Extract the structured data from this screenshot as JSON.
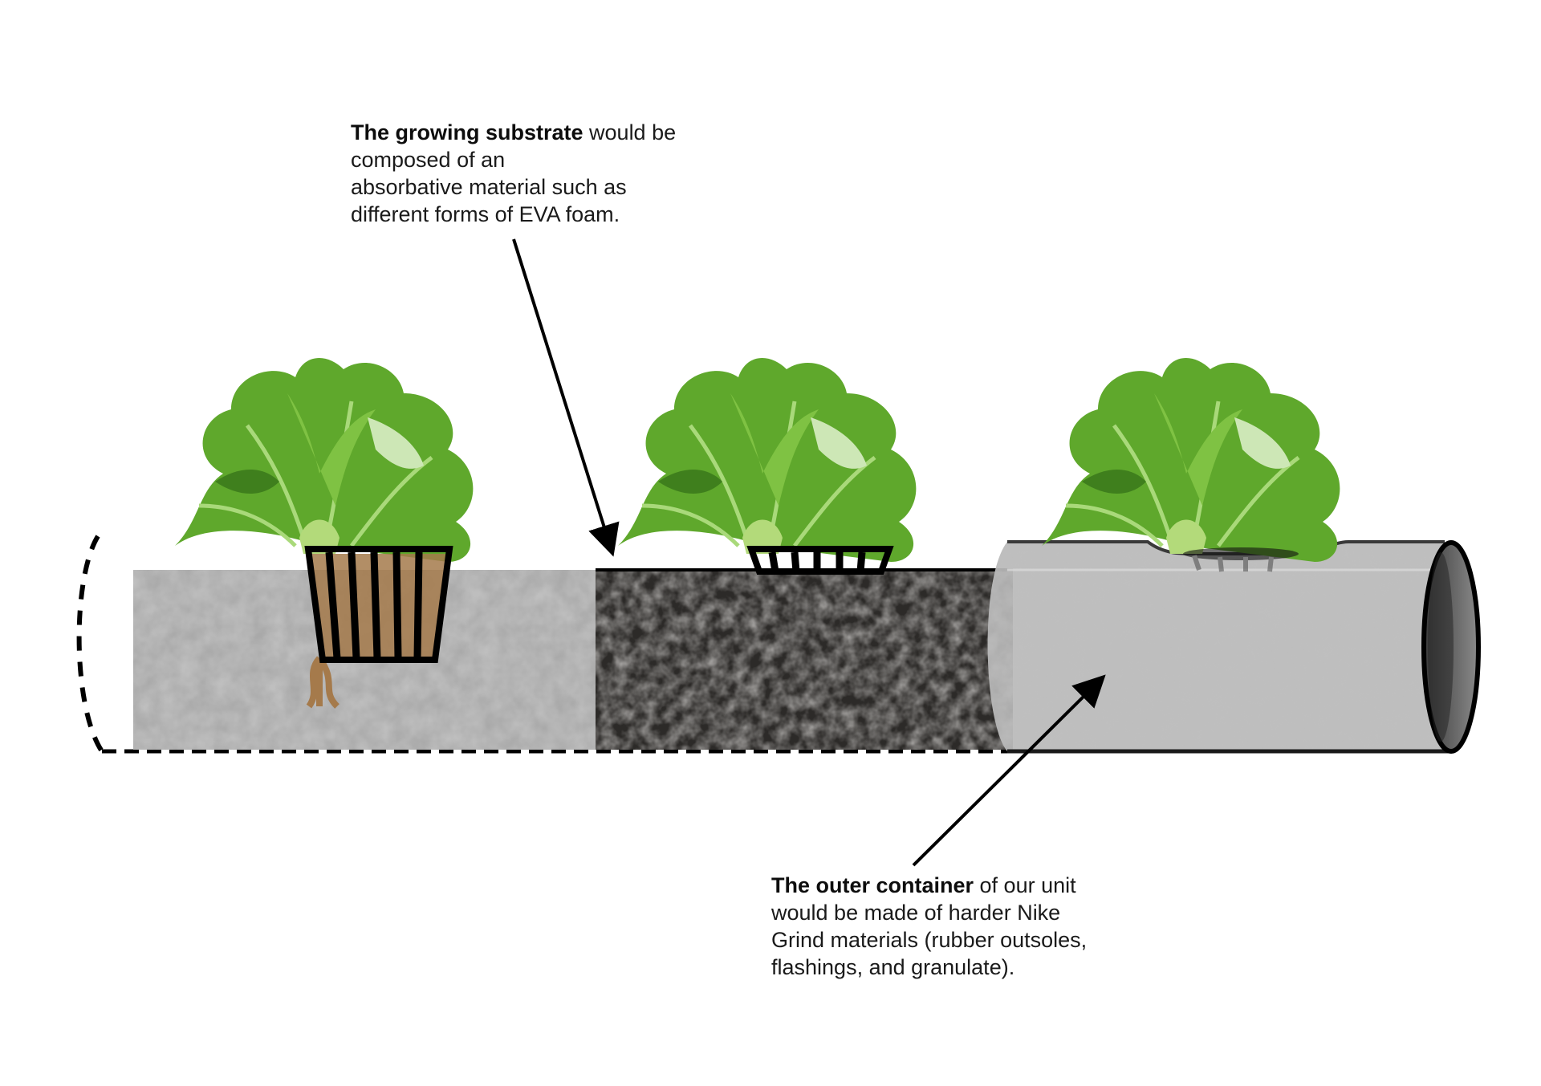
{
  "callouts": {
    "substrate": {
      "bold": "The growing substrate",
      "line1_rest": " would be",
      "line2": "composed of an",
      "line3": "absorbative material such as",
      "line4": "different forms of EVA foam."
    },
    "container": {
      "bold": "The outer container",
      "line1_rest": " of our unit",
      "line2": "would be made of harder Nike",
      "line3": "Grind materials (rubber outsoles,",
      "line4": "flashings, and granulate)."
    }
  },
  "colors": {
    "light_foam": "#a9a9a9",
    "dark_foam": "#2c2a28",
    "tube": "#b7b7b7",
    "lettuce": "#5fa82c",
    "stroke": "#000000",
    "root": "#a57a4b"
  },
  "icons": [
    "lettuce-plant-icon",
    "net-pot-icon",
    "arrow-icon"
  ]
}
